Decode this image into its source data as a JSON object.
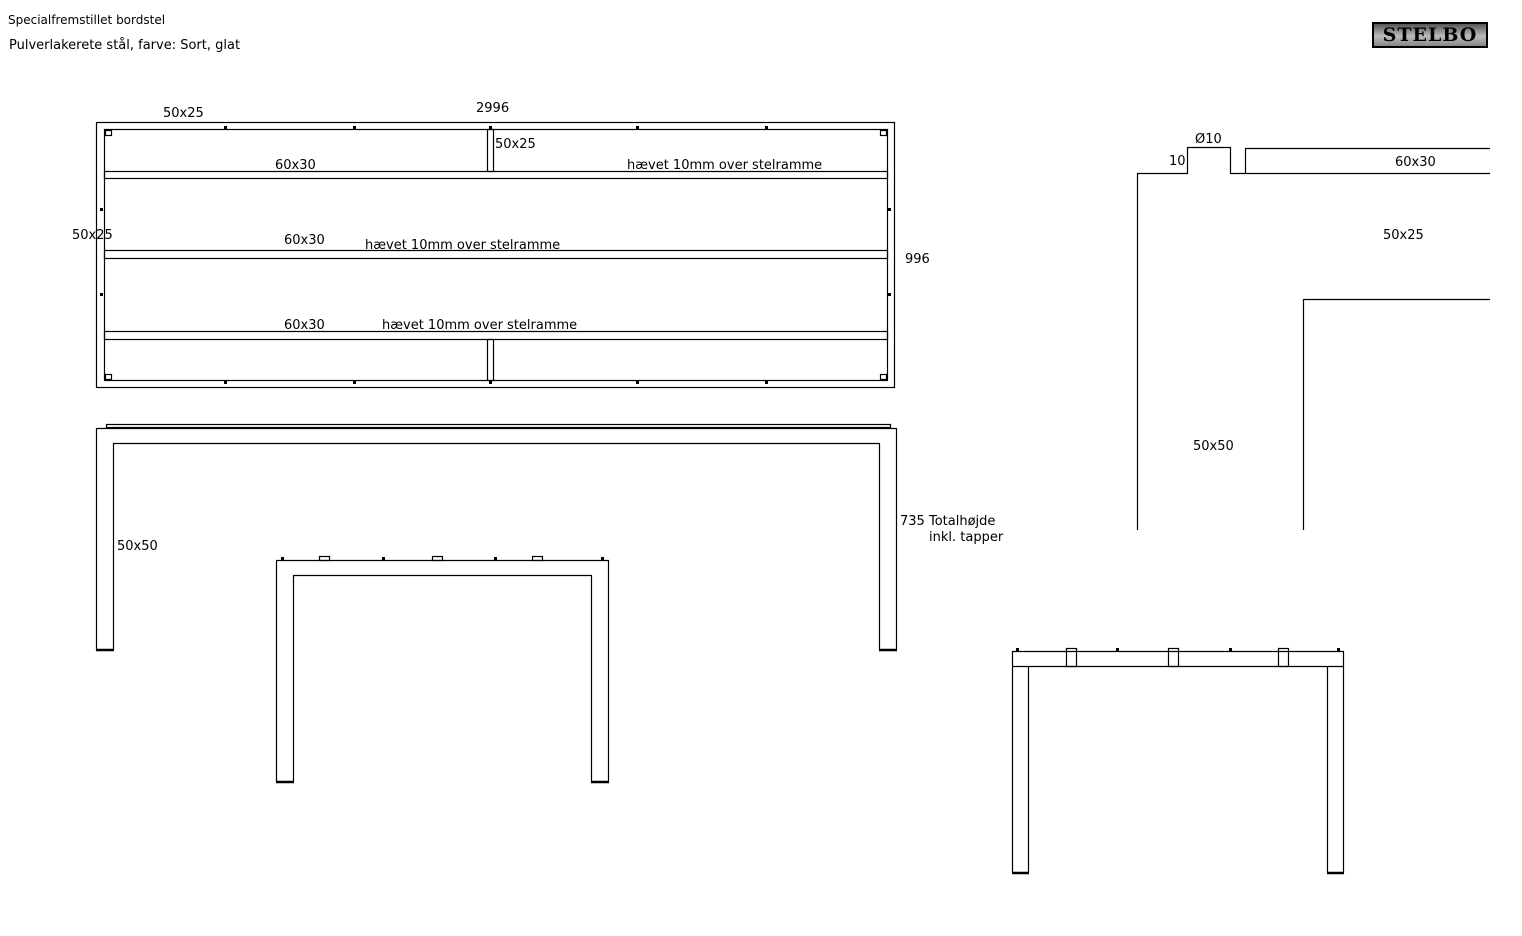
{
  "header": {
    "title": "Specialfremstillet bordstel",
    "subtitle": "Pulverlakerete stål, farve: Sort, glat",
    "logo": "STELBO"
  },
  "top_view": {
    "frame_label": "50x25",
    "length": "2996",
    "center_label": "50x25",
    "side_label": "50x25",
    "width": "996",
    "bars": [
      {
        "label": "60x30",
        "note": "hævet 10mm over stelramme"
      },
      {
        "label": "60x30",
        "note": "hævet 10mm over stelramme"
      },
      {
        "label": "60x30",
        "note": "hævet 10mm over stelramme"
      }
    ]
  },
  "side_view": {
    "leg_label": "50x50",
    "height": "735",
    "height_note_1": "Totalhøjde",
    "height_note_2": "inkl. tapper"
  },
  "detail_view": {
    "pin": "Ø10",
    "pin_height": "10",
    "bar": "60x30",
    "frame": "50x25",
    "leg": "50x50"
  }
}
